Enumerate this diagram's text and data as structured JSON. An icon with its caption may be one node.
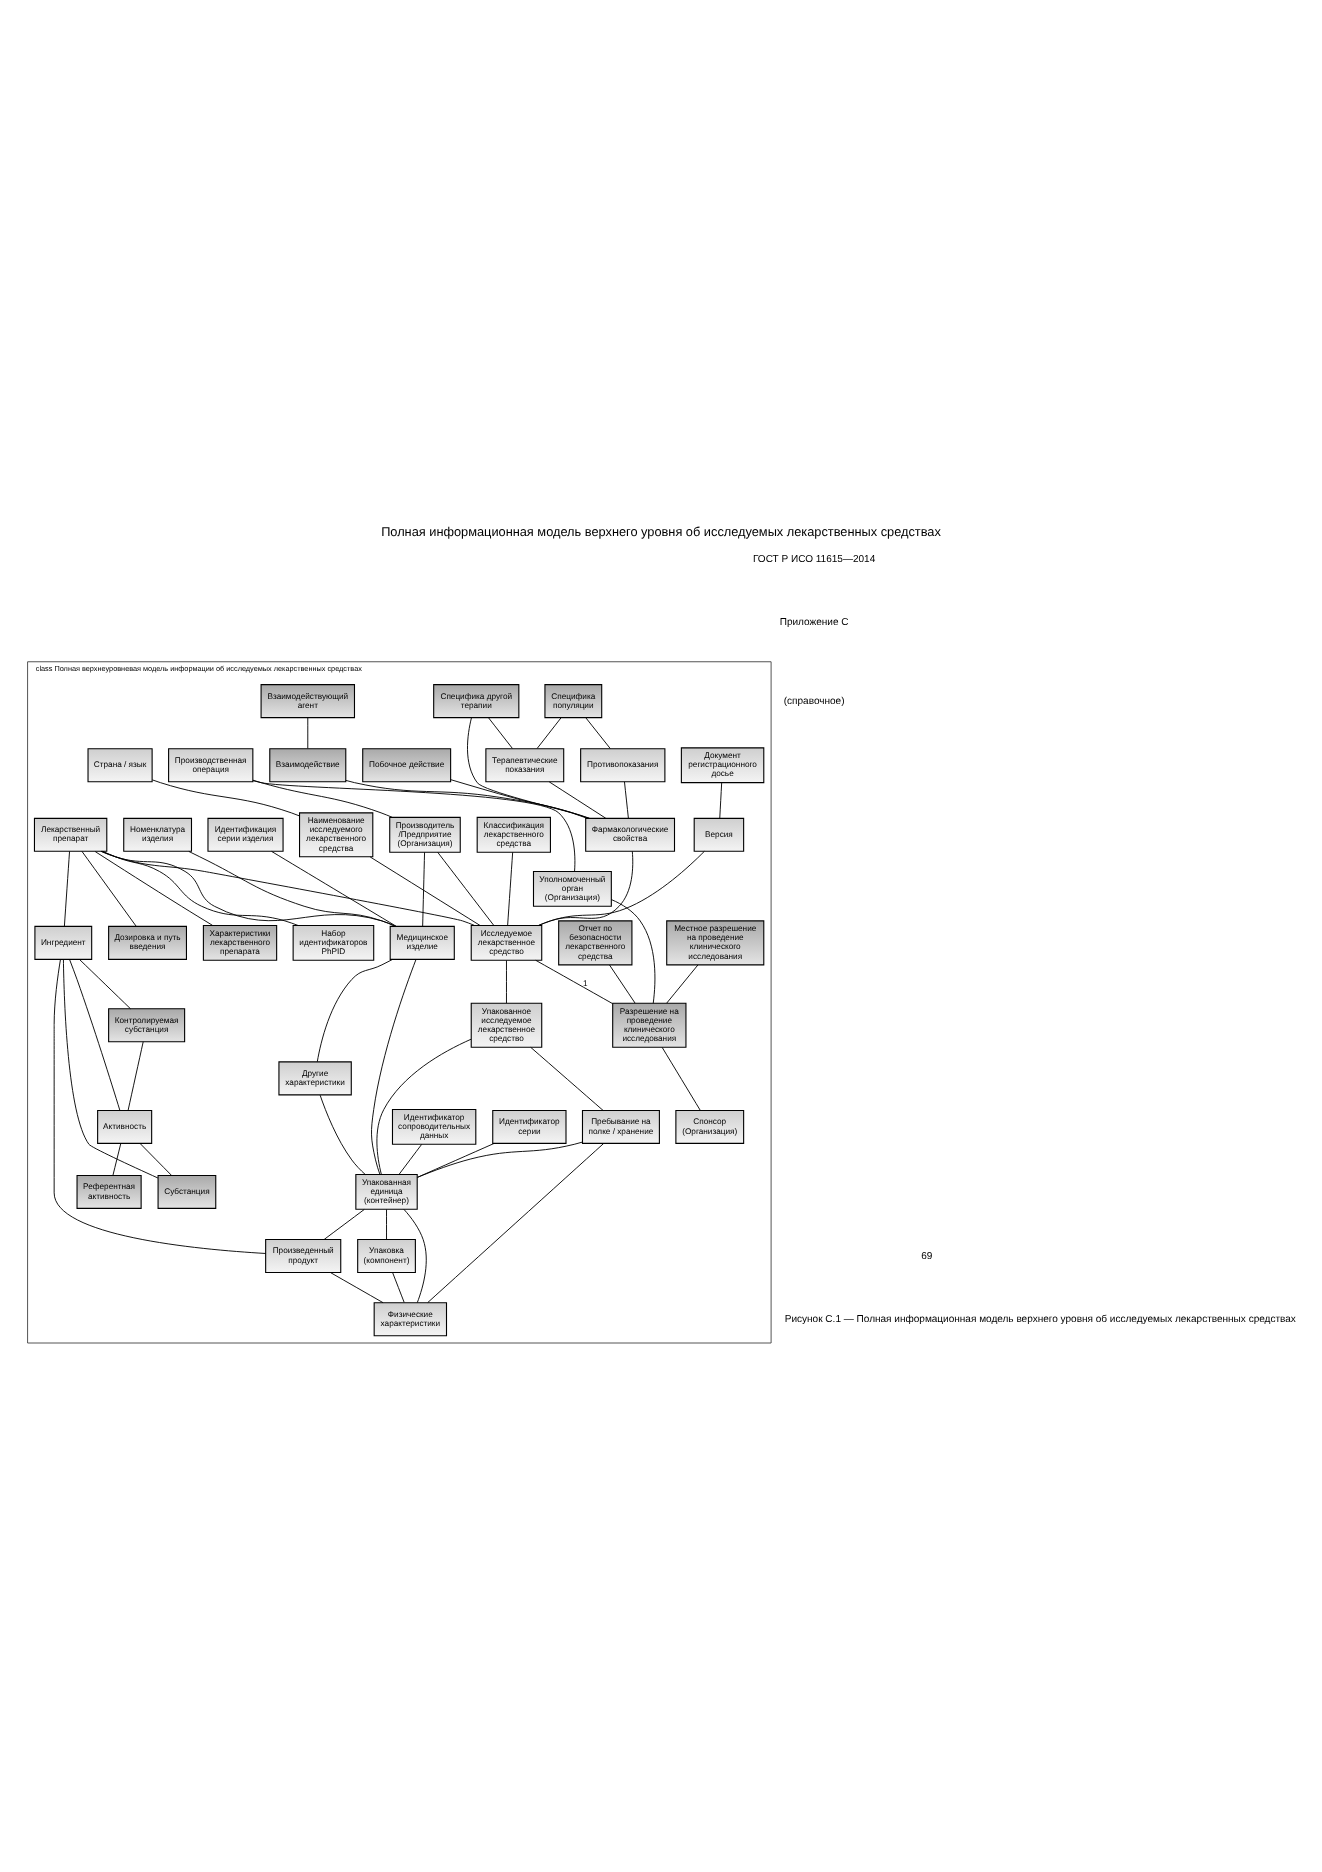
{
  "diagram": {
    "title": "Полная информационная модель верхнего уровня об исследуемых лекарственных средствах",
    "caption": "Рисунок С.1 — Полная информационная модель верхнего уровня об исследуемых лекарственных средствах",
    "nodes": [
      {
        "text": [
          "class Полная верхнеуровневая модель информации об исследуемых лекарственных средствах"
        ]
      },
      {
        "text": [
          "Документ регистрационного досье"
        ],
        "in": 0
      },
      {
        "text": [
          "Страна / язык"
        ],
        "in": 0
      },
      {
        "text": [
          "Классификация лекарственного средства"
        ],
        "in": 0
      },
      {
        "text": [
          "Производственная операция"
        ],
        "in": 0
      },
      {
        "text": [
          "Уполномоченный орган (Организация)"
        ],
        "in": 0
      },
      {
        "text": [
          "Отчет по безопасности лекарственного средства"
        ],
        "in": 0
      },
      {
        "text": [
          "Взаимодействующий агент"
        ],
        "in": 0
      },
      {
        "text": [
          "Версия"
        ],
        "in": 0
      },
      {
        "text": [
          "Наименование исследуемого лекарственного средства"
        ],
        "in": 0
      },
      {
        "text": [
          "Производитель /Предприятие (Организация)"
        ],
        "in": 0
      },
      {
        "text": [
          "Разрешение на проведение клинического исследования"
        ],
        "in": 0
      },
      {
        "text": [
          "Местное разрешение на проведение клинического исследования"
        ],
        "in": 0
      },
      {
        "text": [
          "Взаимодействие"
        ],
        "in": 0
      },
      {
        "text": [
          "Побочное действие"
        ],
        "in": 0
      },
      {
        "text": [
          "Исследуемое лекарственное средство"
        ],
        "in": 0
      },
      {
        "text": [
          "Спонсор (Организация)"
        ],
        "in": 0
      },
      {
        "text": [
          "Специфика популяции"
        ],
        "in": 0
      },
      {
        "text": [
          "Противопоказания"
        ],
        "in": 0
      },
      {
        "text": [
          "Фармакологические свойства"
        ],
        "in": 0
      },
      {
        "text": [
          "Упакованное исследуемое лекарственное средство"
        ],
        "in": 0
      },
      {
        "text": [
          "Идентификатор серии"
        ],
        "in": 0
      },
      {
        "text": [
          "Пребывание на полке / хранение"
        ],
        "in": 0
      },
      {
        "text": [
          "Специфика другой терапии"
        ],
        "in": 0
      },
      {
        "text": [
          "Терапевтические показания"
        ],
        "in": 0
      },
      {
        "text": [
          "Идентификация серии изделия"
        ],
        "in": 0
      },
      {
        "text": [
          "Лекарственный препарат"
        ],
        "in": 0
      },
      {
        "text": [
          "Медицинское изделие"
        ],
        "in": 0
      },
      {
        "text": [
          "Номенклатура изделия"
        ],
        "in": 0
      },
      {
        "text": [
          "Упакованная единица (контейнер)"
        ],
        "in": 0
      },
      {
        "text": [
          "Идентификатор сопроводительных данных"
        ],
        "in": 0
      },
      {
        "text": [
          "Дозировка и путь введения"
        ],
        "in": 0
      },
      {
        "text": [
          "Характеристики лекарственного препарата"
        ],
        "in": 0
      },
      {
        "text": [
          "Набор идентификаторов PhPID"
        ],
        "in": 0
      },
      {
        "text": [
          "Ингредиент"
        ],
        "in": 0
      },
      {
        "text": [
          "Другие характеристики"
        ],
        "in": 0
      },
      {
        "text": [
          "Упаковка (компонент)"
        ],
        "in": 0
      },
      {
        "text": [
          "Произведенный продукт"
        ],
        "in": 0
      },
      {
        "text": [
          "Физические характеристики"
        ],
        "in": 0
      },
      {
        "text": [
          "Контролируемая субстанция"
        ],
        "in": 0
      },
      {
        "text": [
          "Активность"
        ],
        "in": 0
      },
      {
        "text": [
          "Субстанция"
        ],
        "in": 0
      },
      {
        "text": [
          "Референтная активность"
        ],
        "in": 0
      }
    ],
    "edges": [
      {
        "from": 1,
        "to": 8,
        "arrow": "none"
      },
      {
        "from": 2,
        "to": 9,
        "arrow": "none"
      },
      {
        "from": 3,
        "to": 15,
        "arrow": "none"
      },
      {
        "from": 9,
        "to": 15,
        "arrow": "none"
      },
      {
        "from": 8,
        "to": 15,
        "arrow": "none"
      },
      {
        "from": 4,
        "to": 5,
        "arrow": "none"
      },
      {
        "from": 4,
        "to": 10,
        "arrow": "none"
      },
      {
        "from": 10,
        "to": 15,
        "arrow": "none"
      },
      {
        "from": 10,
        "to": 27,
        "arrow": "none"
      },
      {
        "from": 5,
        "to": 11,
        "arrow": "none"
      },
      {
        "from": 6,
        "to": 11,
        "arrow": "none"
      },
      {
        "from": 12,
        "to": 11,
        "arrow": "none"
      },
      {
        "from": 11,
        "to": 16,
        "arrow": "none"
      },
      {
        "from": 15,
        "to": 11,
        "arrow": "none",
        "label": "1"
      },
      {
        "from": 7,
        "to": 13,
        "arrow": "none"
      },
      {
        "from": 13,
        "to": 19,
        "arrow": "none"
      },
      {
        "from": 14,
        "to": 19,
        "arrow": "none"
      },
      {
        "from": 19,
        "to": 15,
        "arrow": "none"
      },
      {
        "from": 18,
        "to": 19,
        "arrow": "none"
      },
      {
        "from": 17,
        "to": 18,
        "arrow": "none"
      },
      {
        "from": 17,
        "to": 24,
        "arrow": "none"
      },
      {
        "from": 23,
        "to": 24,
        "arrow": "none"
      },
      {
        "from": 23,
        "to": 19,
        "arrow": "none"
      },
      {
        "from": 24,
        "to": 19,
        "arrow": "none"
      },
      {
        "from": 26,
        "to": 15,
        "arrow": "none"
      },
      {
        "from": 15,
        "to": 20,
        "arrow": "none"
      },
      {
        "from": 20,
        "to": 29,
        "arrow": "none"
      },
      {
        "from": 21,
        "to": 29,
        "arrow": "none"
      },
      {
        "from": 22,
        "to": 29,
        "arrow": "none"
      },
      {
        "from": 30,
        "to": 29,
        "arrow": "none"
      },
      {
        "from": 29,
        "to": 36,
        "arrow": "none"
      },
      {
        "from": 29,
        "to": 38,
        "arrow": "none"
      },
      {
        "from": 29,
        "to": 37,
        "arrow": "none"
      },
      {
        "from": 36,
        "to": 38,
        "arrow": "none"
      },
      {
        "from": 37,
        "to": 38,
        "arrow": "none"
      },
      {
        "from": 28,
        "to": 27,
        "arrow": "none"
      },
      {
        "from": 25,
        "to": 27,
        "arrow": "none"
      },
      {
        "from": 27,
        "to": 29,
        "arrow": "none"
      },
      {
        "from": 27,
        "to": 35,
        "arrow": "none"
      },
      {
        "from": 35,
        "to": 29,
        "arrow": "none"
      },
      {
        "from": 26,
        "to": 27,
        "arrow": "none"
      },
      {
        "from": 26,
        "to": 31,
        "arrow": "none"
      },
      {
        "from": 26,
        "to": 32,
        "arrow": "none"
      },
      {
        "from": 26,
        "to": 33,
        "arrow": "none"
      },
      {
        "from": 26,
        "to": 34,
        "arrow": "none"
      },
      {
        "from": 34,
        "to": 39,
        "arrow": "none"
      },
      {
        "from": 34,
        "to": 40,
        "arrow": "none"
      },
      {
        "from": 34,
        "to": 41,
        "arrow": "none"
      },
      {
        "from": 34,
        "to": 37,
        "arrow": "none"
      },
      {
        "from": 39,
        "to": 40,
        "arrow": "none"
      },
      {
        "from": 40,
        "to": 42,
        "arrow": "none"
      },
      {
        "from": 40,
        "to": 41,
        "arrow": "none"
      },
      {
        "from": 20,
        "to": 22,
        "arrow": "none"
      },
      {
        "from": 22,
        "to": 38,
        "arrow": "none"
      }
    ],
    "labels": [
      "ГОСТ Р ИСО 11615—2014",
      "Приложение С",
      "(справочное)",
      "69"
    ]
  }
}
